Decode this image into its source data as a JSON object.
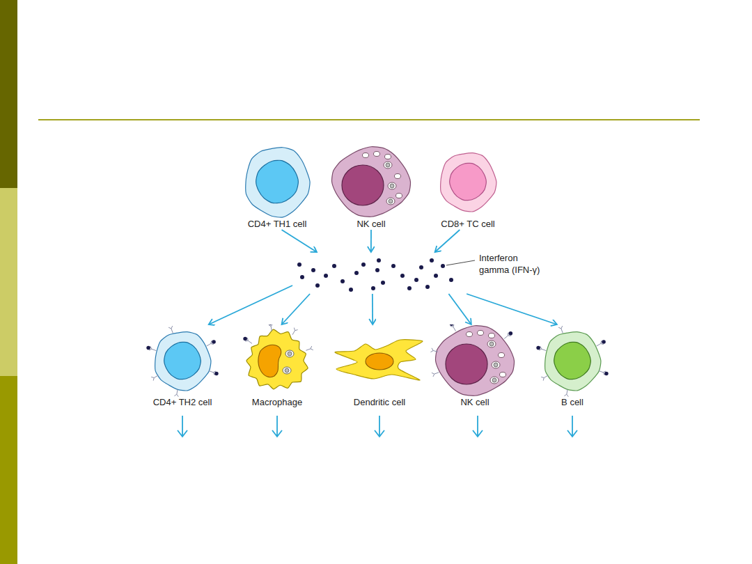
{
  "diagram": {
    "nodes": [
      {
        "text": [
          "CD4+ TH1 cell"
        ]
      },
      {
        "text": [
          "NK cell"
        ]
      },
      {
        "text": [
          "CD8+ TC cell"
        ]
      },
      {
        "text": [
          "Interferon gamma (IFN-γ)"
        ]
      },
      {
        "text": [
          "CD4+ TH2 cell"
        ]
      },
      {
        "text": [
          "Macrophage"
        ]
      },
      {
        "text": [
          "Dendritic cell"
        ]
      },
      {
        "text": [
          "NK cell"
        ]
      },
      {
        "text": [
          "B cell"
        ]
      }
    ],
    "edges": [
      {
        "from": 0,
        "to": 3,
        "arrow": "to"
      },
      {
        "from": 1,
        "to": 3,
        "arrow": "to"
      },
      {
        "from": 2,
        "to": 3,
        "arrow": "to"
      },
      {
        "from": 3,
        "to": 4,
        "arrow": "to"
      },
      {
        "from": 3,
        "to": 5,
        "arrow": "to"
      },
      {
        "from": 3,
        "to": 6,
        "arrow": "to"
      },
      {
        "from": 3,
        "to": 7,
        "arrow": "to"
      },
      {
        "from": 3,
        "to": 8,
        "arrow": "to"
      }
    ]
  }
}
